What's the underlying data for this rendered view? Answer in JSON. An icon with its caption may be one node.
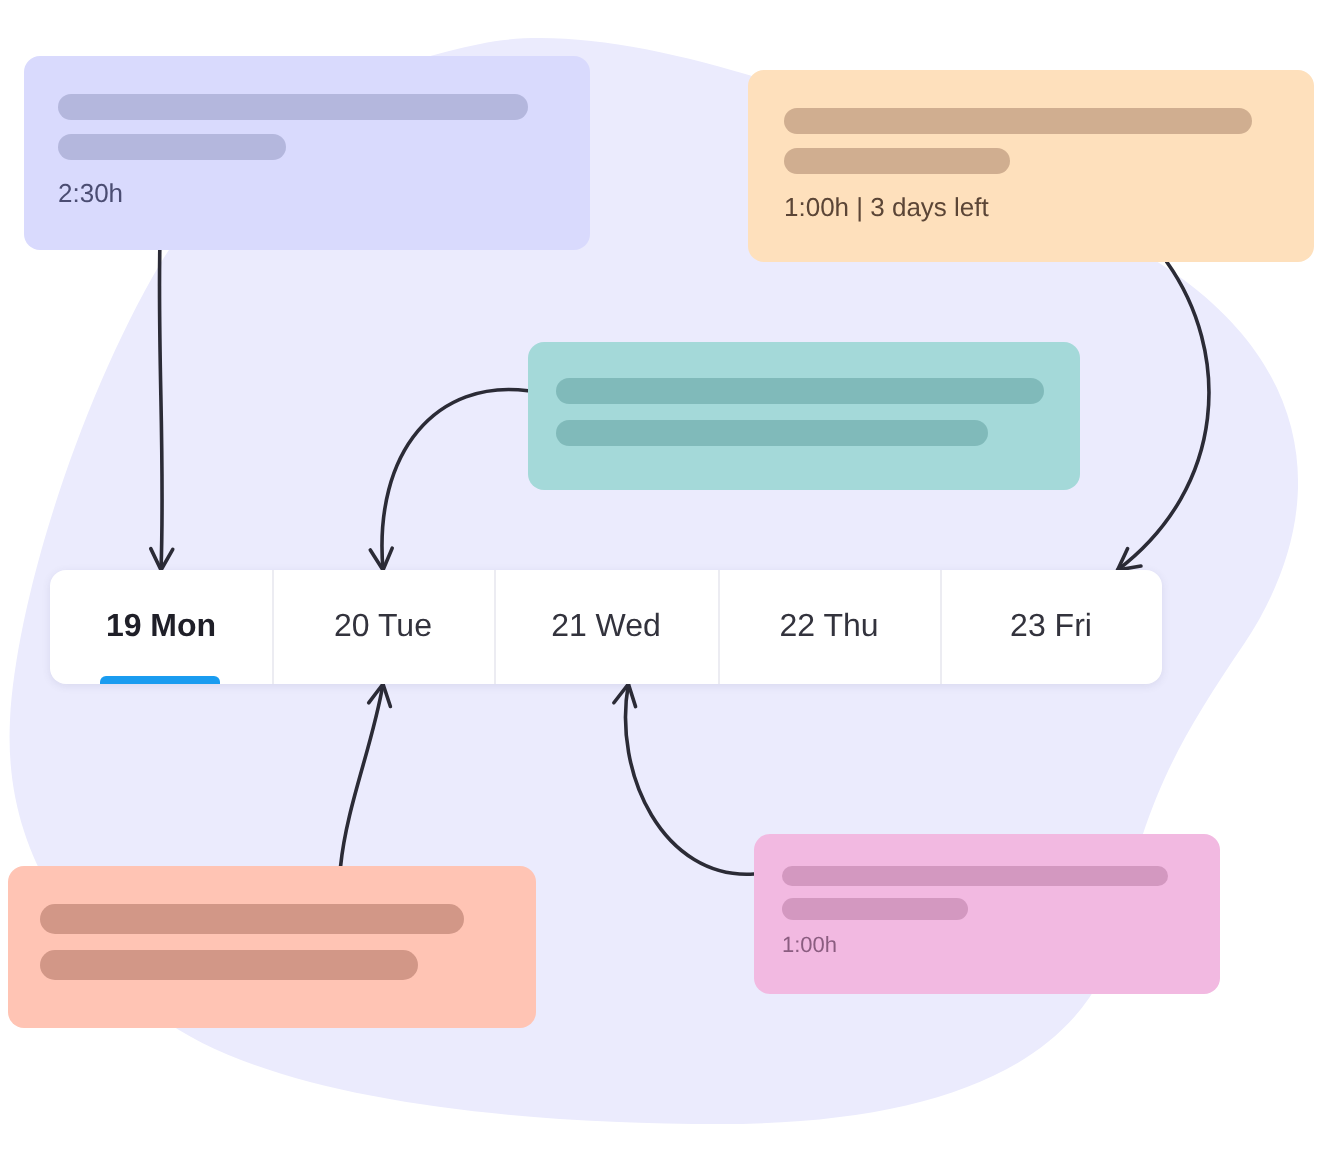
{
  "diagram": {
    "nodes": [
      {
        "text": [
          "2:30h"
        ]
      },
      {
        "text": [
          "1:00h | 3 days left"
        ]
      },
      {
        "text": [],
        "shape": "box"
      },
      {
        "text": [],
        "shape": "box"
      },
      {
        "text": [
          "19 Mon"
        ],
        "in": 3
      },
      {
        "text": [
          "20 Tue"
        ],
        "in": 3
      },
      {
        "text": [
          "21 Wed"
        ],
        "in": 3
      },
      {
        "text": [
          "22 Thu"
        ],
        "in": 3
      },
      {
        "text": [
          "23 Fri"
        ],
        "in": 3
      },
      {
        "text": [],
        "shape": "box"
      },
      {
        "text": [
          "1:00h"
        ]
      }
    ],
    "edges": [
      {
        "from": 0,
        "to": 4,
        "arrow": "to"
      },
      {
        "from": 1,
        "to": 8,
        "arrow": "to"
      },
      {
        "from": 2,
        "to": 5,
        "arrow": "to"
      },
      {
        "from": 9,
        "to": 5,
        "arrow": "to"
      },
      {
        "from": 10,
        "to": 6,
        "arrow": "to"
      }
    ]
  }
}
